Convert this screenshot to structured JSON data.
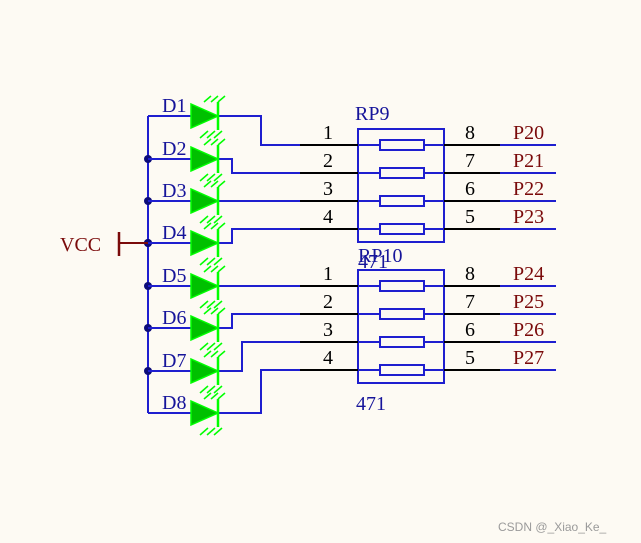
{
  "colors": {
    "background": "#fdfaf3",
    "wire": "#1e1ecf",
    "junction": "#0c0c7a",
    "led_fill": "#00c000",
    "led_outline": "#00ff00",
    "power": "#7a0a0a",
    "reference": "#16149a",
    "pin_text": "#000000",
    "net_text": "#7a0a0a"
  },
  "power_label": "VCC",
  "leds": [
    {
      "ref": "D1"
    },
    {
      "ref": "D2"
    },
    {
      "ref": "D3"
    },
    {
      "ref": "D4"
    },
    {
      "ref": "D5"
    },
    {
      "ref": "D6"
    },
    {
      "ref": "D7"
    },
    {
      "ref": "D8"
    }
  ],
  "resistor_packs": [
    {
      "designator": "RP9",
      "value": "471",
      "left_pins": [
        "1",
        "2",
        "3",
        "4"
      ],
      "right_pins": [
        "8",
        "7",
        "6",
        "5"
      ]
    },
    {
      "designator": "RP10",
      "value": "471",
      "left_pins": [
        "1",
        "2",
        "3",
        "4"
      ],
      "right_pins": [
        "8",
        "7",
        "6",
        "5"
      ]
    }
  ],
  "nets": [
    "P20",
    "P21",
    "P22",
    "P23",
    "P24",
    "P25",
    "P26",
    "P27"
  ],
  "watermark": "CSDN @_Xiao_Ke_"
}
